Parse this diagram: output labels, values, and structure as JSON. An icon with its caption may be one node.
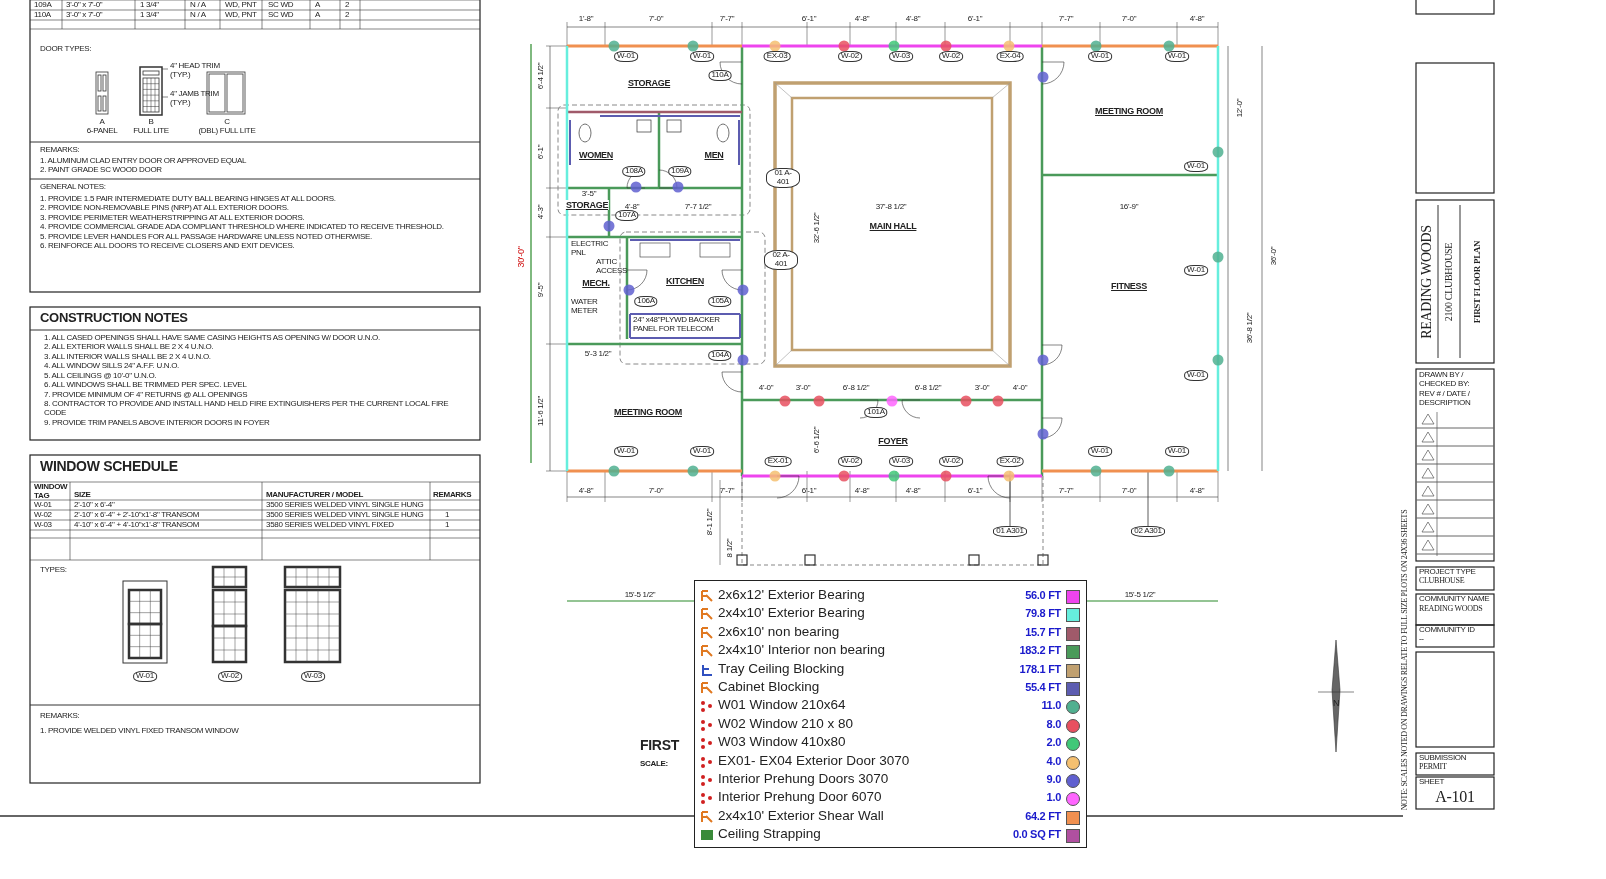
{
  "diagram": {
    "nodes": [
      {
        "text": [
          "STORAGE"
        ]
      },
      {
        "text": [
          "WOMEN"
        ]
      },
      {
        "text": [
          "MEN"
        ]
      },
      {
        "text": [
          "STORAGE"
        ]
      },
      {
        "text": [
          "MECH."
        ]
      },
      {
        "text": [
          "KITCHEN"
        ]
      },
      {
        "text": [
          "MEETING ROOM"
        ]
      },
      {
        "text": [
          "MAIN HALL"
        ]
      },
      {
        "text": [
          "FOYER"
        ]
      },
      {
        "text": [
          "MEETING ROOM"
        ]
      },
      {
        "text": [
          "FITNESS"
        ]
      }
    ],
    "edges": [],
    "labels": [
      "109A",
      "3'-0\" x 7'-0\"",
      "1 3/4\"",
      "N / A",
      "WD, PNT",
      "SC WD",
      "A",
      "2",
      "110A",
      "3'-0\" x 7'-0\"",
      "1 3/4\"",
      "N / A",
      "WD, PNT",
      "SC WD",
      "A",
      "2",
      "DOOR TYPES:",
      "4\" HEAD TRIM (TYP.)",
      "4\" JAMB TRIM (TYP.)",
      "A",
      "6-PANEL",
      "B",
      "FULL LITE",
      "C",
      "(DBL) FULL LITE",
      "REMARKS:",
      "1. ALUMINUM CLAD ENTRY DOOR OR APPROVED EQUAL",
      "2. PAINT GRADE SC WOOD DOOR",
      "GENERAL NOTES:",
      "1. PROVIDE 1.5 PAIR INTERMEDIATE DUTY BALL BEARING HINGES AT ALL DOORS.",
      "2. PROVIDE NON-REMOVABLE PINS (NRP) AT ALL EXTERIOR DOORS.",
      "3. PROVIDE PERIMETER WEATHERSTRIPPING AT ALL EXTERIOR DOORS.",
      "4. PROVIDE COMMERCIAL GRADE ADA COMPLIANT THRESHOLD WHERE INDICATED TO RECEIVE THRESHOLD.",
      "5. PROVIDE LEVER HANDLES FOR ALL PASSAGE HARDWARE UNLESS NOTED OTHERWISE.",
      "6. REINFORCE ALL DOORS TO RECEIVE CLOSERS AND EXIT DEVICES.",
      "CONSTRUCTION NOTES",
      "1. ALL CASED OPENINGS SHALL HAVE SAME CASING HEIGHTS AS OPENING W/ DOOR U.N.O.",
      "2. ALL EXTERIOR WALLS SHALL BE 2 X 4 U.N.O.",
      "3. ALL INTERIOR WALLS SHALL BE 2 X 4 U.N.O.",
      "4. ALL WINDOW SILLS 24\" A.F.F. U.N.O.",
      "5. ALL CEILINGS @ 10'-0\" U.N.O.",
      "6. ALL WINDOWS SHALL BE TRIMMED PER SPEC. LEVEL",
      "7. PROVIDE MINIMUM OF 4\" RETURNS @ ALL OPENINGS",
      "8. CONTRACTOR TO PROVIDE AND INSTALL HAND HELD FIRE EXTINGUISHERS PER THE CURRENT LOCAL FIRE CODE",
      "9. PROVIDE TRIM PANELS ABOVE INTERIOR DOORS IN FOYER",
      "WINDOW SCHEDULE",
      "WINDOW TAG",
      "SIZE",
      "MANUFACTURER / MODEL",
      "REMARKS",
      "W-01",
      "2'-10\" x 6'-4\"",
      "3500 SERIES WELDED VINYL SINGLE HUNG",
      "W-02",
      "2'-10\" x 6'-4\" + 2'-10\"x1'-8\" TRANSOM",
      "3500 SERIES WELDED VINYL SINGLE HUNG",
      "1",
      "W-03",
      "4'-10\" x 6'-4\" + 4'-10\"x1'-8\" TRANSOM",
      "3580 SERIES WELDED VINYL FIXED",
      "1",
      "TYPES:",
      "W-01",
      "W-02",
      "W-03",
      "REMARKS:",
      "1. PROVIDE WELDED VINYL FIXED TRANSOM WINDOW",
      "1'-8\"",
      "7'-0\"",
      "7'-7\"",
      "6'-1\"",
      "4'-8\"",
      "4'-8\"",
      "6'-1\"",
      "7'-7\"",
      "7'-0\"",
      "4'-8\"",
      "W-01",
      "W-01",
      "EX-03",
      "W-02",
      "W-03",
      "W-02",
      "EX-04",
      "W-01",
      "W-01",
      "110A",
      "108A",
      "109A",
      "107A",
      "106A",
      "105A",
      "104A",
      "101A",
      "ELECTRIC PNL",
      "ATTIC ACCESS",
      "WATER METER",
      "24\" x48\"PLYWD BACKER PANEL FOR TELECOM",
      "01 A-401",
      "02 A-401",
      "3'-5\"",
      "4'-8\"",
      "7'-7 1/2\"",
      "37'-8 1/2\"",
      "16'-9\"",
      "5'-3 1/2\"",
      "32'-6 1/2\"",
      "6'-6 1/2\"",
      "4'-0\"",
      "3'-0\"",
      "6'-8 1/2\"",
      "6'-8 1/2\"",
      "3'-0\"",
      "4'-0\"",
      "6'-4 1/2\"",
      "6'-1\"",
      "4'-3\"",
      "9'-5\"",
      "11'-6 1/2\"",
      "30'-0\"",
      "12'-0\"",
      "36'-0\"",
      "36'-8 1/2\"",
      "W-01",
      "W-01",
      "W-01",
      "W-01",
      "W-01",
      "EX-01",
      "W-02",
      "W-03",
      "W-02",
      "EX-02",
      "W-01",
      "W-01",
      "4'-8\"",
      "7'-0\"",
      "7'-7\"",
      "6'-1\"",
      "4'-8\"",
      "4'-8\"",
      "6'-1\"",
      "7'-7\"",
      "7'-0\"",
      "4'-8\"",
      "8'-1 1/2\"",
      "8 1/2\"",
      "01 A301",
      "02 A301",
      "15'-5 1/2\"",
      "15'-5 1/2\"",
      "FIRST",
      "SCALE:",
      "56.0 FT",
      "79.8 FT",
      "15.7 FT",
      "183.2 FT",
      "178.1 FT",
      "55.4 FT",
      "11.0",
      "8.0",
      "2.0",
      "4.0",
      "9.0",
      "1.0",
      "64.2 FT",
      "0.0 SQ FT",
      "N",
      "READING WOODS",
      "2100 CLUBHOUSE",
      "FIRST FLOOR PLAN",
      "DRAWN BY / CHECKED BY:",
      "REV # / DATE / DESCRIPTION",
      "PROJECT TYPE",
      "CLUBHOUSE",
      "COMMUNITY NAME",
      "READING WOODS",
      "COMMUNITY ID",
      "--",
      "SUBMISSION",
      "PERMIT",
      "SHEET",
      "A-101",
      "NOTE: SCALES NOTED ON DRAWINGS RELATE TO FULL SIZE PLOTS ON 24X36 SHEETS"
    ],
    "legend": [
      {
        "text": "2x6x12' Exterior Bearing",
        "color": "#ee44ee"
      },
      {
        "text": "2x4x10' Exterior Bearing",
        "color": "#66eedd"
      },
      {
        "text": "2x6x10' non bearing",
        "color": "#a05a6a"
      },
      {
        "text": "2x4x10' Interior non bearing",
        "color": "#4a9a5a"
      },
      {
        "text": "Tray Ceiling Blocking",
        "color": "#c0a070"
      },
      {
        "text": "Cabinet Blocking",
        "color": "#5c5cb0"
      },
      {
        "text": "W01 Window 210x64",
        "color": "#50b090"
      },
      {
        "text": "W02 Window 210 x 80",
        "color": "#e85060"
      },
      {
        "text": "W03 Window 410x80",
        "color": "#40c878"
      },
      {
        "text": "EX01- EX04 Exterior Door 3070",
        "color": "#f5c070"
      },
      {
        "text": "Interior Prehung Doors 3070",
        "color": "#6060d0"
      },
      {
        "text": "Interior Prehung Door 6070",
        "color": "#ff66ff"
      },
      {
        "text": "2x4x10' Exterior Shear Wall",
        "color": "#f09050"
      },
      {
        "text": "Ceiling Strapping",
        "color": "#b050a0"
      }
    ]
  }
}
